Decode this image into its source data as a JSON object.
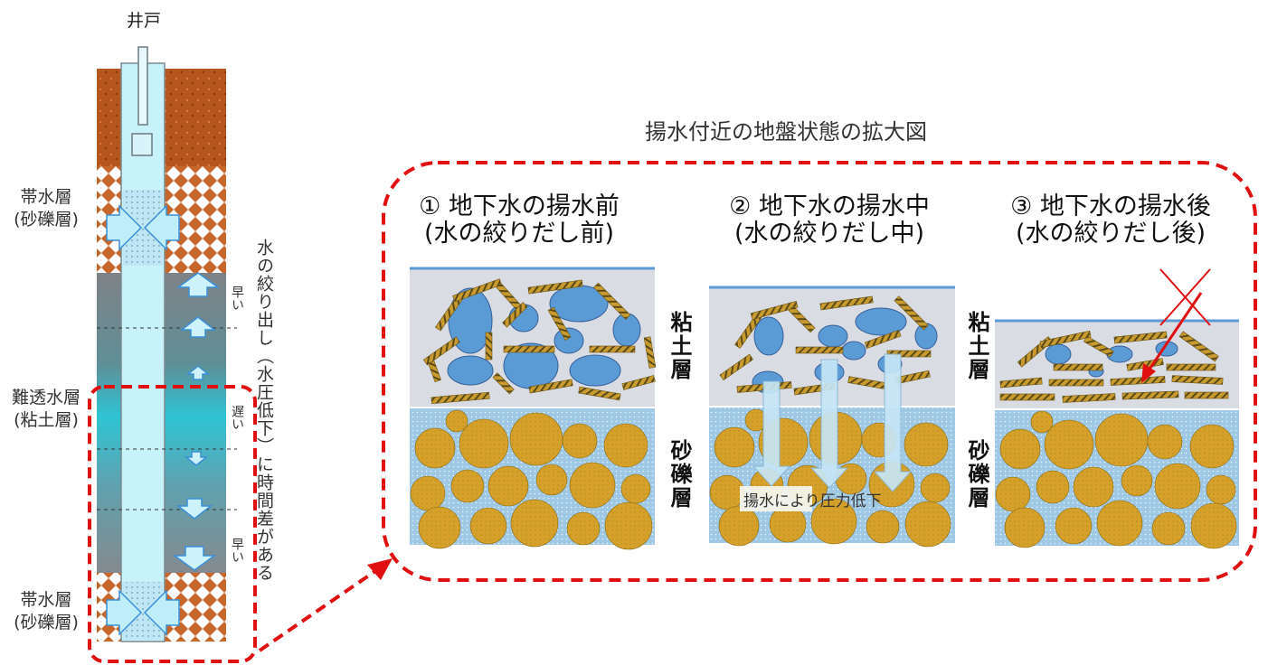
{
  "well": {
    "title": "井戸",
    "aquifer_top": {
      "line1": "帯水層",
      "line2": "(砂礫層)"
    },
    "aquitard": {
      "line1": "難透水層",
      "line2": "(粘土層)"
    },
    "aquifer_bottom": {
      "line1": "帯水層",
      "line2": "(砂礫層)"
    },
    "speed_fast_top": "早い",
    "speed_slow": "遅い",
    "speed_fast_bottom": "早い",
    "vertical_note": "水の絞り出し（水圧低下）に時間差がある"
  },
  "zoom": {
    "title": "揚水付近の地盤状態の拡大図",
    "panels": [
      {
        "title_line1": "① 地下水の揚水前",
        "title_line2": "(水の絞りだし前)"
      },
      {
        "title_line1": "② 地下水の揚水中",
        "title_line2": "(水の絞りだし中)",
        "caption": "揚水により圧力低下"
      },
      {
        "title_line1": "③ 地下水の揚水後",
        "title_line2": "(水の絞りだし後)"
      }
    ],
    "clay_label": "粘土層",
    "gravel_label": "砂礫層"
  },
  "colors": {
    "dashed_red": "#e01010",
    "soil_brown": "#b5561f",
    "water_blue": "#5b9bd5",
    "clay_gray": "#d9dce3",
    "pebble_gold": "#d6a12a",
    "gravel_bg": "#9ec8e4"
  }
}
